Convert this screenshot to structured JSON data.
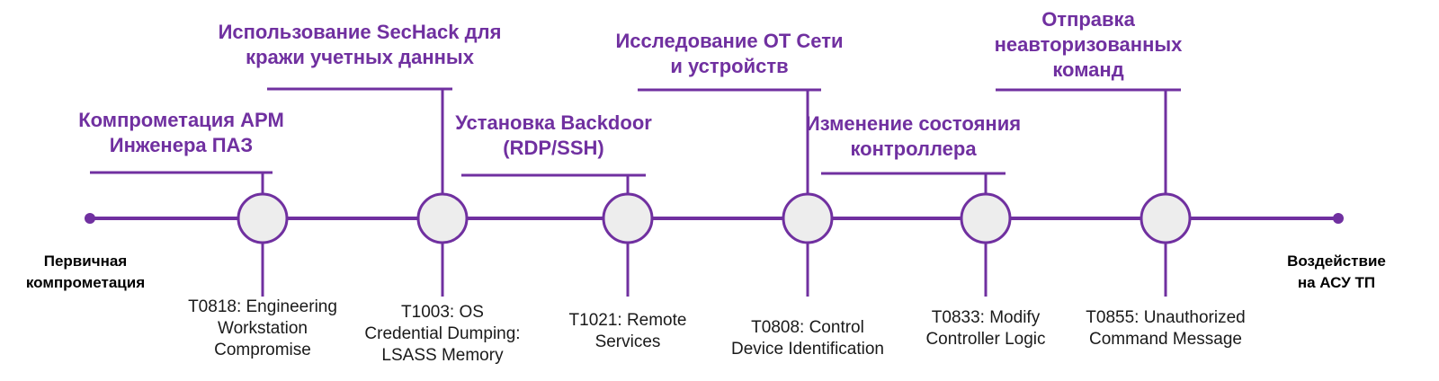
{
  "colors": {
    "accent": "#7030A0",
    "node_fill": "#EDEDED",
    "node_stroke": "#7030A0",
    "text": "#1a1a1a"
  },
  "start": {
    "label_lines": [
      "Первичная",
      "компрометация"
    ]
  },
  "end": {
    "label_lines": [
      "Воздействие",
      "на АСУ ТП"
    ]
  },
  "stages": [
    {
      "title_lines": [
        "Компрометация АРМ",
        "Инженера ПАЗ"
      ],
      "technique_lines": [
        "T0818: Engineering",
        "Workstation",
        "Compromise"
      ]
    },
    {
      "title_lines": [
        "Использование SecHack для",
        "кражи учетных данных"
      ],
      "technique_lines": [
        "T1003: OS",
        "Credential Dumping:",
        "LSASS Memory"
      ]
    },
    {
      "title_lines": [
        "Установка Backdoor",
        "(RDP/SSH)"
      ],
      "technique_lines": [
        "T1021: Remote",
        "Services"
      ]
    },
    {
      "title_lines": [
        "Исследование ОТ Сети",
        "и устройств"
      ],
      "technique_lines": [
        "T0808: Control",
        "Device Identification"
      ]
    },
    {
      "title_lines": [
        "Изменение состояния",
        "контроллера"
      ],
      "technique_lines": [
        "T0833: Modify",
        "Controller Logic"
      ]
    },
    {
      "title_lines": [
        "Отправка",
        "неавторизованных",
        "команд"
      ],
      "technique_lines": [
        "T0855: Unauthorized",
        "Command Message"
      ]
    }
  ]
}
